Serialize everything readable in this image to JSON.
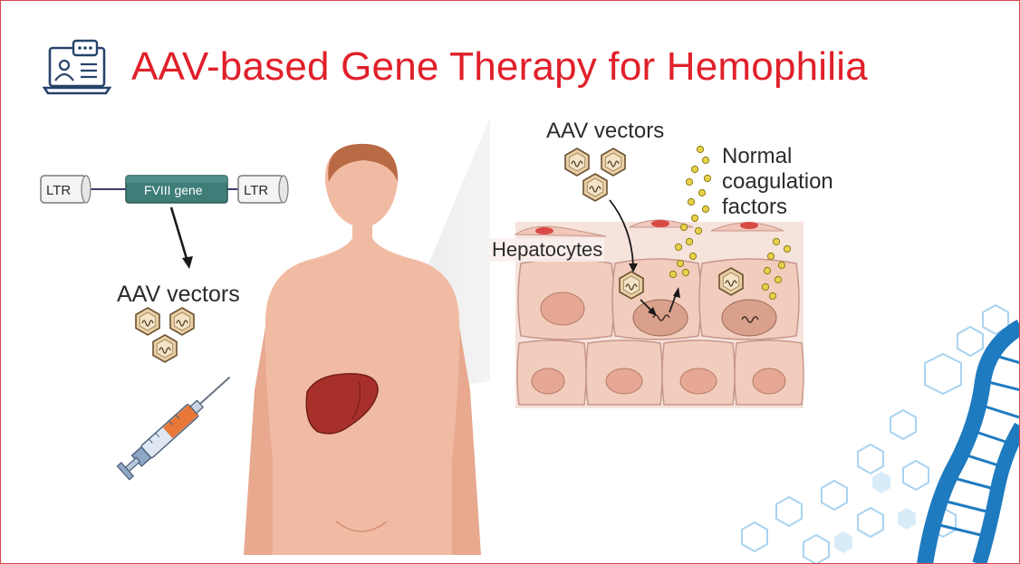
{
  "title": "AAV-based Gene Therapy for Hemophilia",
  "icons": {
    "header": "laptop-chat-icon",
    "virus": "aav-capsid-icon",
    "syringe": "syringe-icon",
    "liver": "liver-icon",
    "dna": "dna-helix-icon"
  },
  "colors": {
    "title": "#e0202a",
    "border": "#d9434b",
    "skin": "#f0b8a0",
    "liver": "#a8302a",
    "gene_cassette": "#3f7d78",
    "dna": "#1f7bc0"
  },
  "construct": {
    "left_ltr": "LTR",
    "gene": "FVIII gene",
    "right_ltr": "LTR"
  },
  "left_vectors_label": "AAV vectors",
  "inset": {
    "vectors_label": "AAV vectors",
    "hepatocytes_label": "Hepatocytes",
    "factors_label_lines": [
      "Normal",
      "coagulation",
      "factors"
    ]
  }
}
